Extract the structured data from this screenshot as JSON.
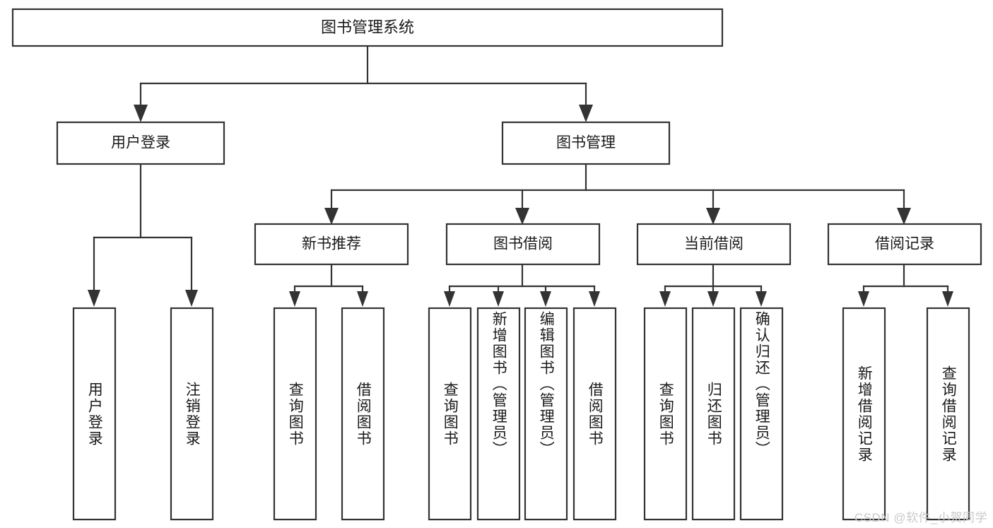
{
  "diagram": {
    "type": "tree-hierarchy",
    "title": "图书管理系统",
    "colors": {
      "box_stroke": "#333333",
      "box_fill": "#ffffff",
      "line": "#333333",
      "text": "#1a1a1a",
      "watermark": "#c9c9c9",
      "background": "#ffffff"
    },
    "root": {
      "label": "图书管理系统"
    },
    "level2": [
      {
        "label": "用户登录"
      },
      {
        "label": "图书管理"
      }
    ],
    "level3": [
      {
        "label": "新书推荐"
      },
      {
        "label": "图书借阅"
      },
      {
        "label": "当前借阅"
      },
      {
        "label": "借阅记录"
      }
    ],
    "leaves": {
      "user_login": [
        {
          "label": "用户登录"
        },
        {
          "label": "注销登录"
        }
      ],
      "new_book_recommend": [
        {
          "label": "查询图书"
        },
        {
          "label": "借阅图书"
        }
      ],
      "book_borrow": [
        {
          "label": "查询图书"
        },
        {
          "label": "新增图书（管理员）"
        },
        {
          "label": "编辑图书（管理员）"
        },
        {
          "label": "借阅图书"
        }
      ],
      "current_borrow": [
        {
          "label": "查询图书"
        },
        {
          "label": "归还图书"
        },
        {
          "label": "确认归还（管理员）"
        }
      ],
      "borrow_record": [
        {
          "label": "新增借阅记录"
        },
        {
          "label": "查询借阅记录"
        }
      ]
    },
    "watermark": "CSDN @软件_小贺同学"
  }
}
